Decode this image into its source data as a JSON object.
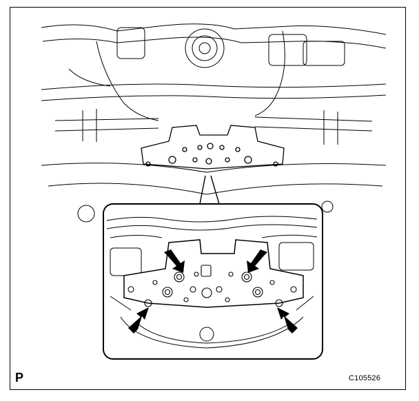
{
  "figure": {
    "corner_label": "P",
    "illustration_code": "C105526",
    "arrow_count": 4,
    "colors": {
      "line": "#000000",
      "background": "#ffffff"
    }
  }
}
